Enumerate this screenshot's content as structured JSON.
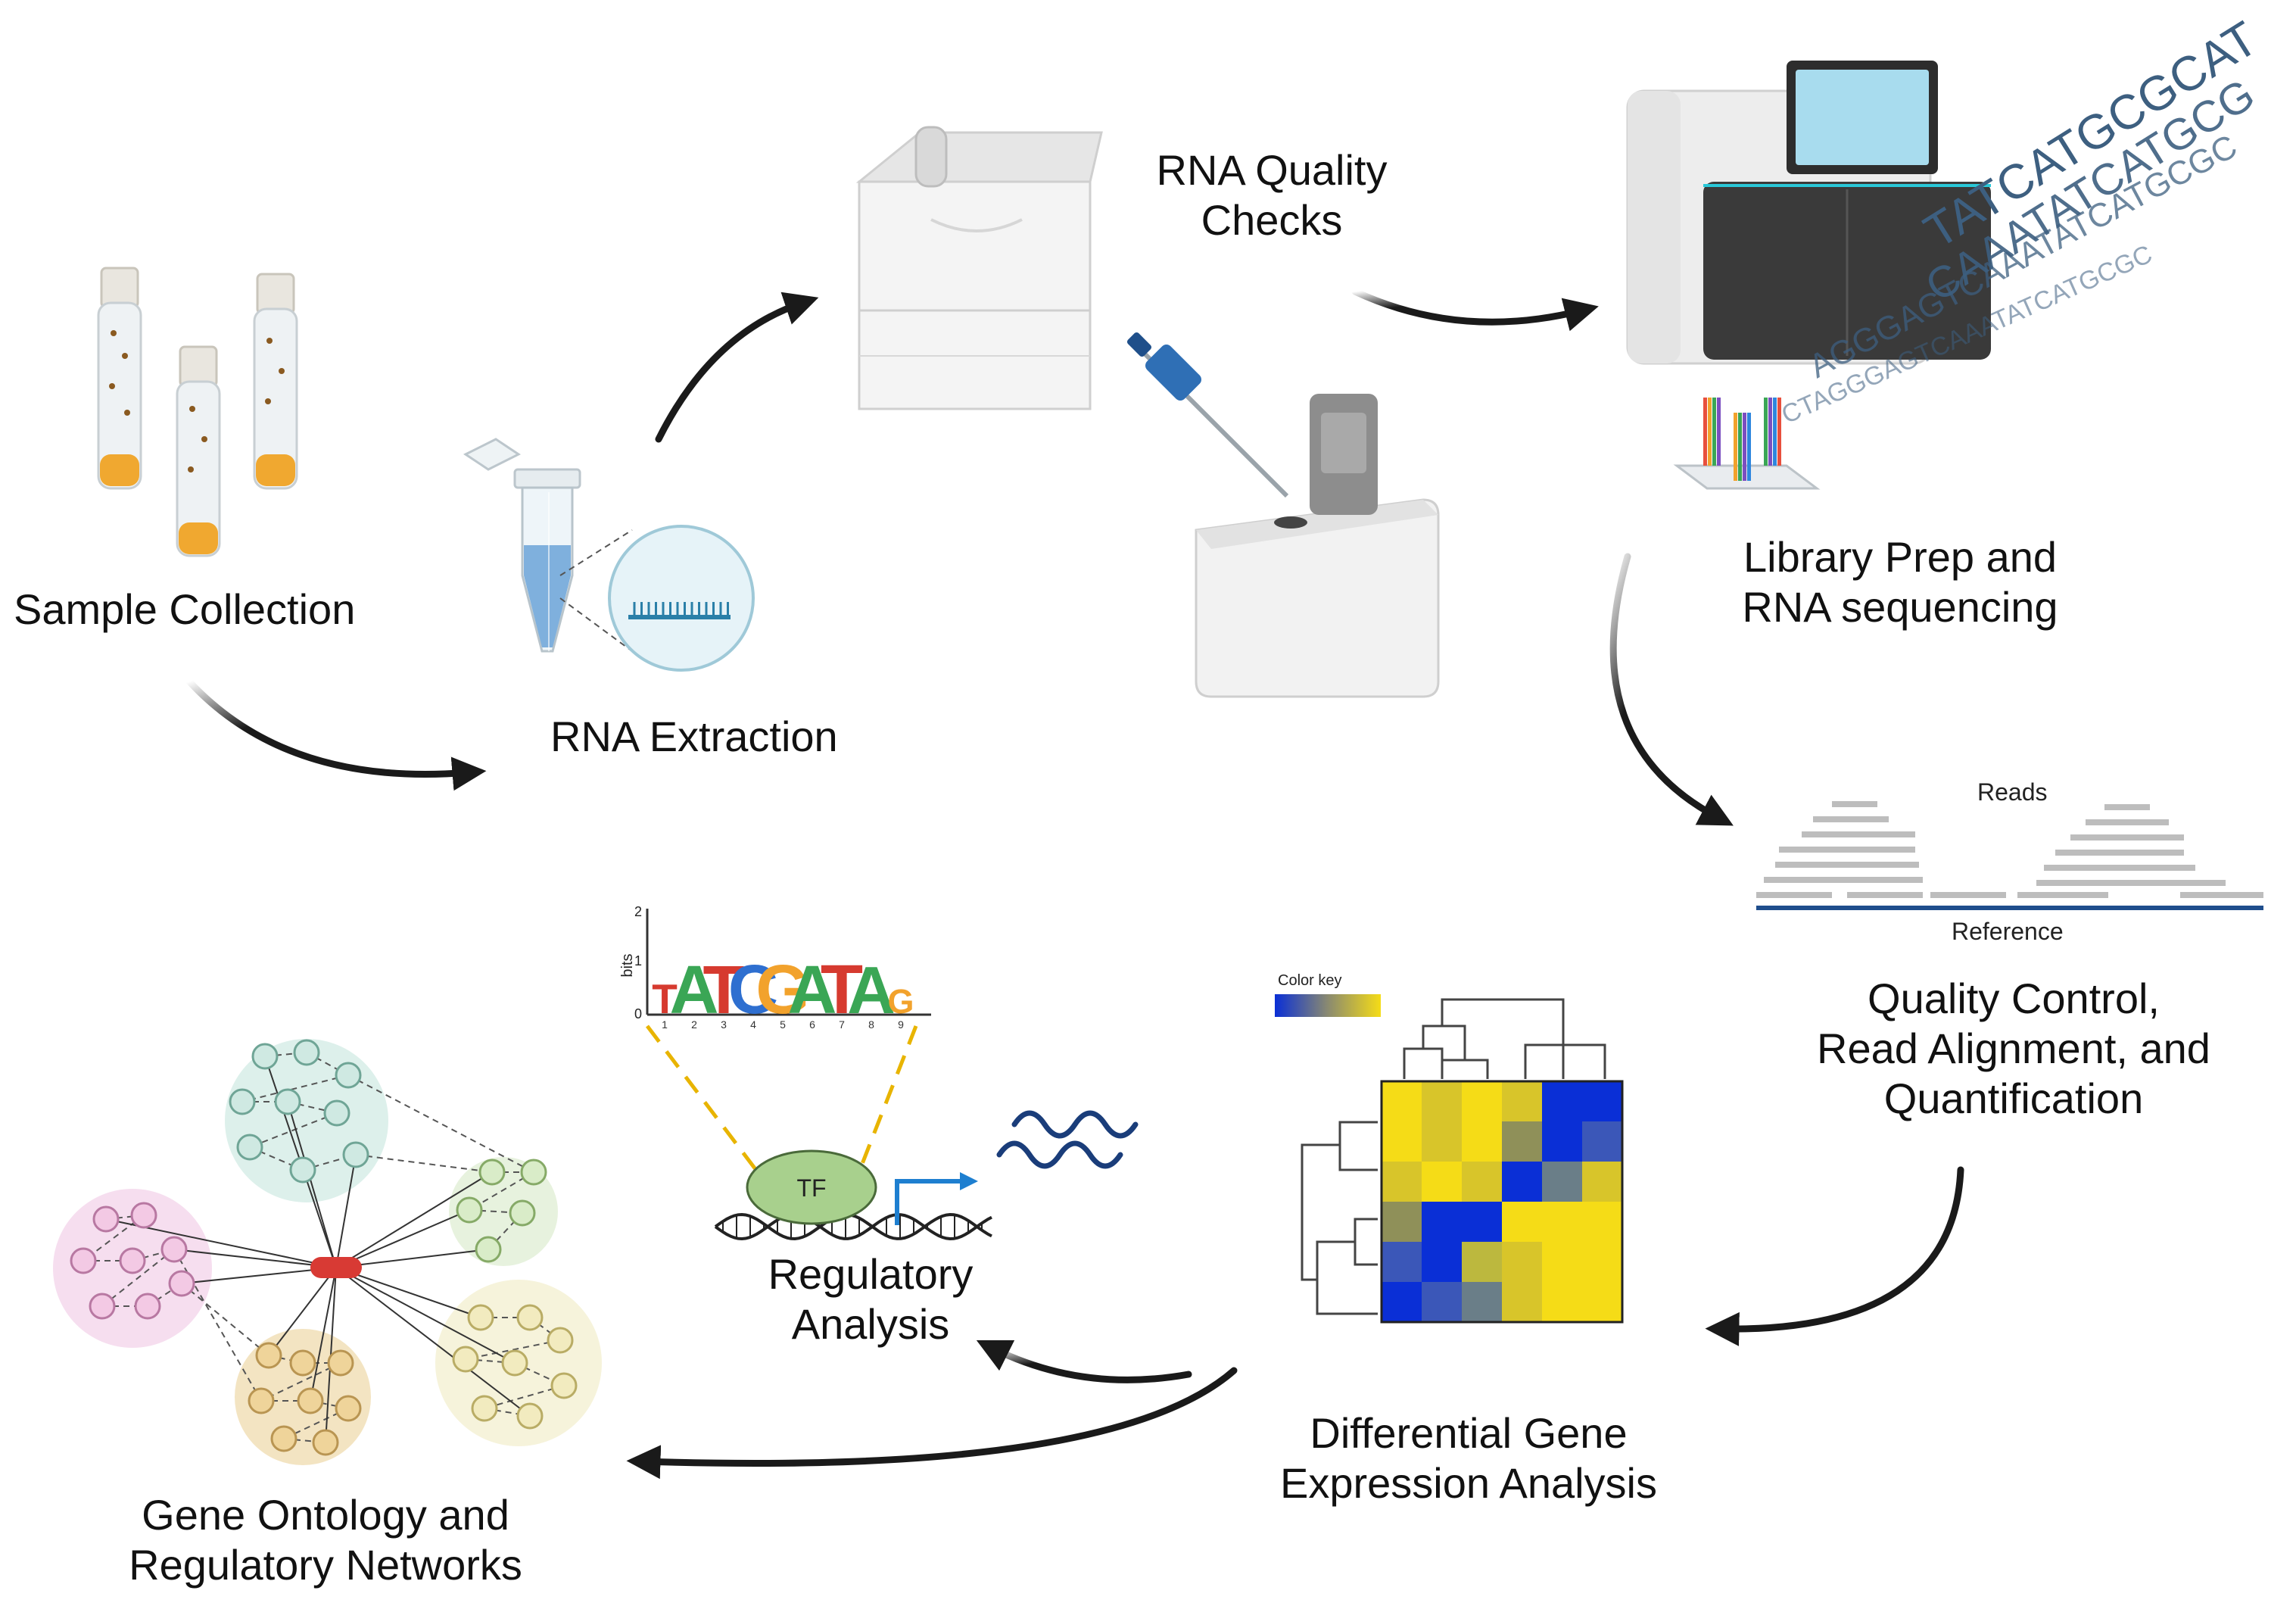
{
  "steps": {
    "sample_collection": "Sample Collection",
    "rna_extraction": "RNA Extraction",
    "rna_quality_line1": "RNA Quality",
    "rna_quality_line2": "Checks",
    "library_line1": "Library Prep and",
    "library_line2": "RNA sequencing",
    "qc_line1": "Quality Control,",
    "qc_line2": "Read Alignment, and",
    "qc_line3": "Quantification",
    "dge_line1": "Differential Gene",
    "dge_line2": "Expression Analysis",
    "reg_line1": "Regulatory",
    "reg_line2": "Analysis",
    "go_line1": "Gene Ontology and",
    "go_line2": "Regulatory Networks"
  },
  "alignment": {
    "reads_label": "Reads",
    "reference_label": "Reference"
  },
  "heatmap": {
    "color_key_label": "Color key",
    "low_color": "#0a2fd6",
    "high_color": "#f5dc17"
  },
  "motif": {
    "y_axis_label": "bits",
    "y_ticks": [
      "0",
      "1",
      "2"
    ],
    "letters": [
      "T",
      "A",
      "T",
      "C",
      "G",
      "A",
      "T",
      "A",
      "G"
    ],
    "positions": [
      "1",
      "2",
      "3",
      "4",
      "5",
      "6",
      "7",
      "8",
      "9"
    ]
  },
  "tf_label": "TF",
  "sequence_text": {
    "line1": "TATCATGCGCAT",
    "line2": "CAAATATCATGCG",
    "line3": "AGGGAGTCAAATATCATGCGC",
    "line4": "CTAGGGAGTCAAATATCATGCGC"
  },
  "colors": {
    "arrow": "#1a1a1a",
    "sequence_blue": "#3d5f80",
    "reference_line": "#1f4e8c",
    "read_bar": "#bdbdbd",
    "tf_fill": "#a8d08d",
    "dashed_yellow": "#e8b400",
    "hub_red": "#d83a34"
  }
}
